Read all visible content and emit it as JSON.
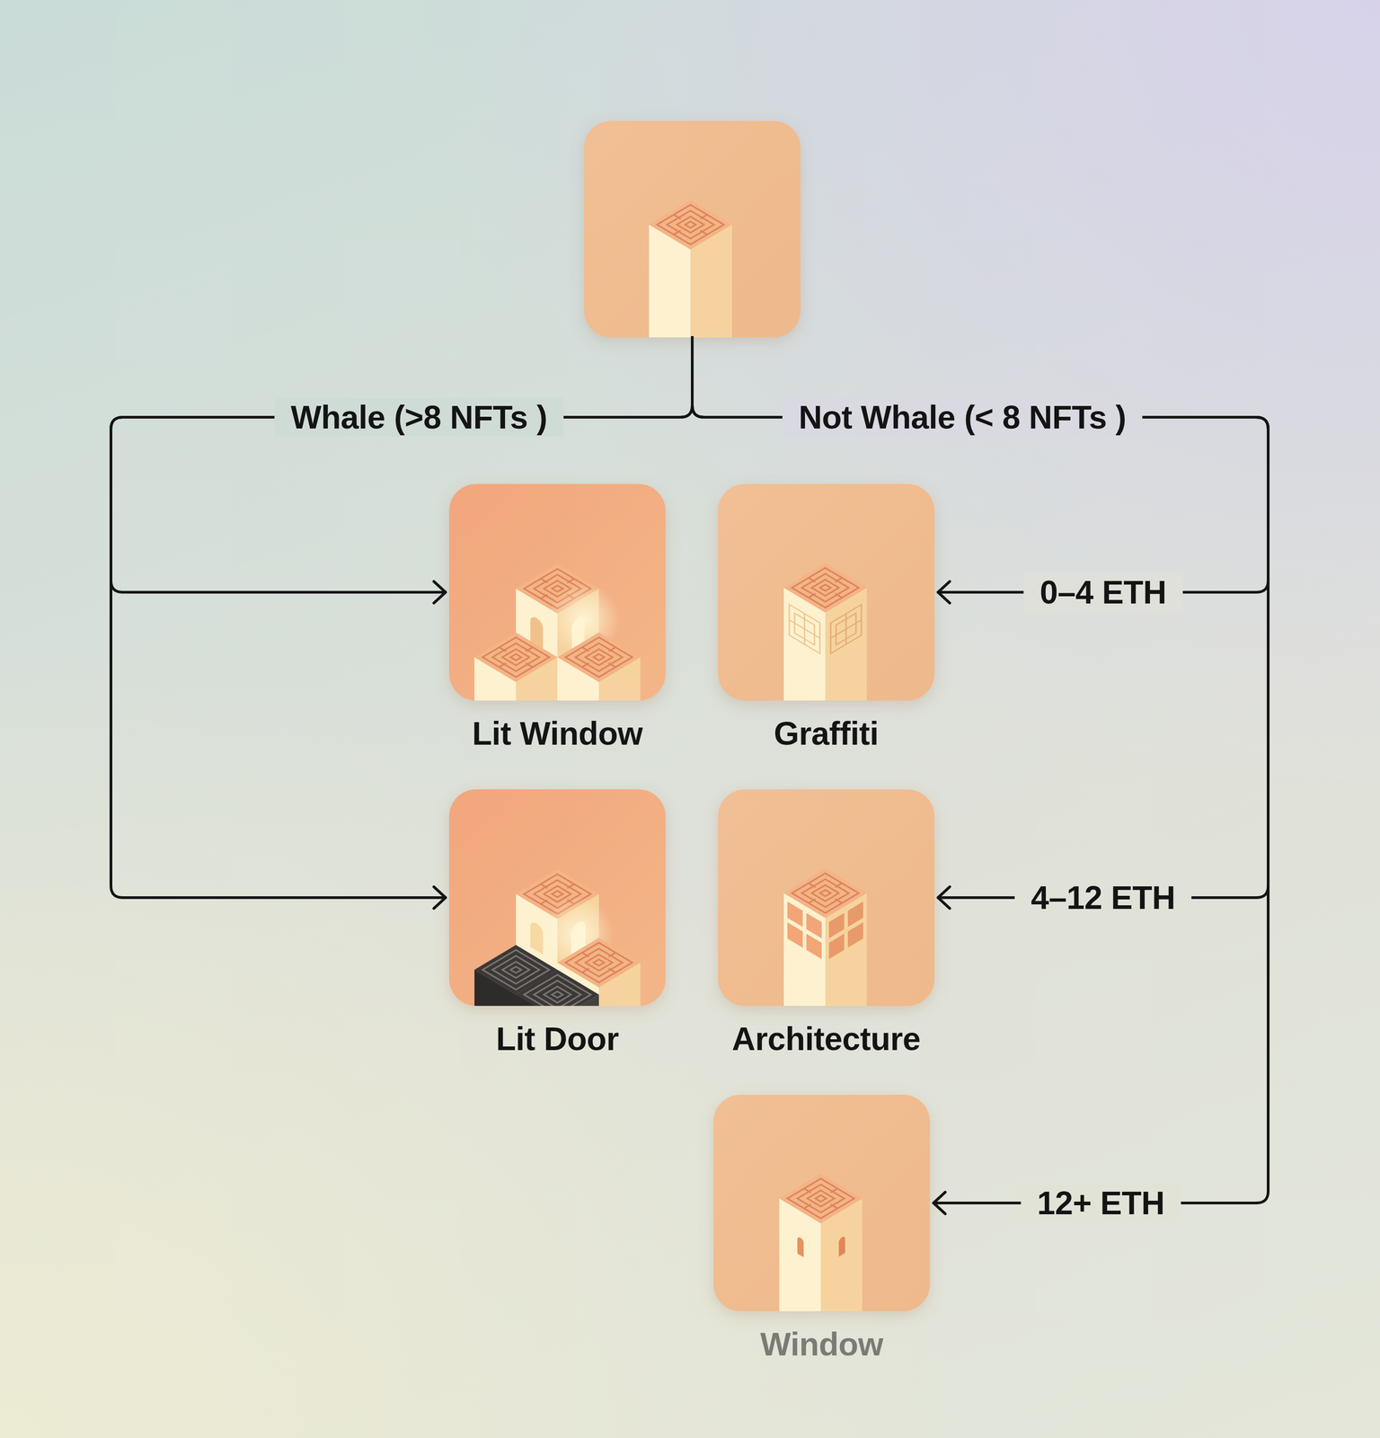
{
  "diagram": {
    "nodes": [
      {
        "text": []
      },
      {
        "text": [
          "Lit Window"
        ]
      },
      {
        "text": [
          "Graffiti"
        ]
      },
      {
        "text": [
          "Lit Door"
        ]
      },
      {
        "text": [
          "Architecture"
        ]
      },
      {
        "text": [
          "Window"
        ]
      }
    ],
    "edges": [
      {
        "from": 0,
        "to": 1,
        "arrow": "to"
      },
      {
        "from": 0,
        "to": 3,
        "arrow": "to"
      },
      {
        "from": 0,
        "to": 2,
        "arrow": "to",
        "label": "0–4 ETH"
      },
      {
        "from": 0,
        "to": 4,
        "arrow": "to",
        "label": "4–12 ETH"
      },
      {
        "from": 0,
        "to": 5,
        "arrow": "to",
        "label": "12+ ETH"
      }
    ],
    "labels": [
      "Whale (>8 NFTs )",
      "Not Whale (< 8 NFTs )"
    ]
  }
}
